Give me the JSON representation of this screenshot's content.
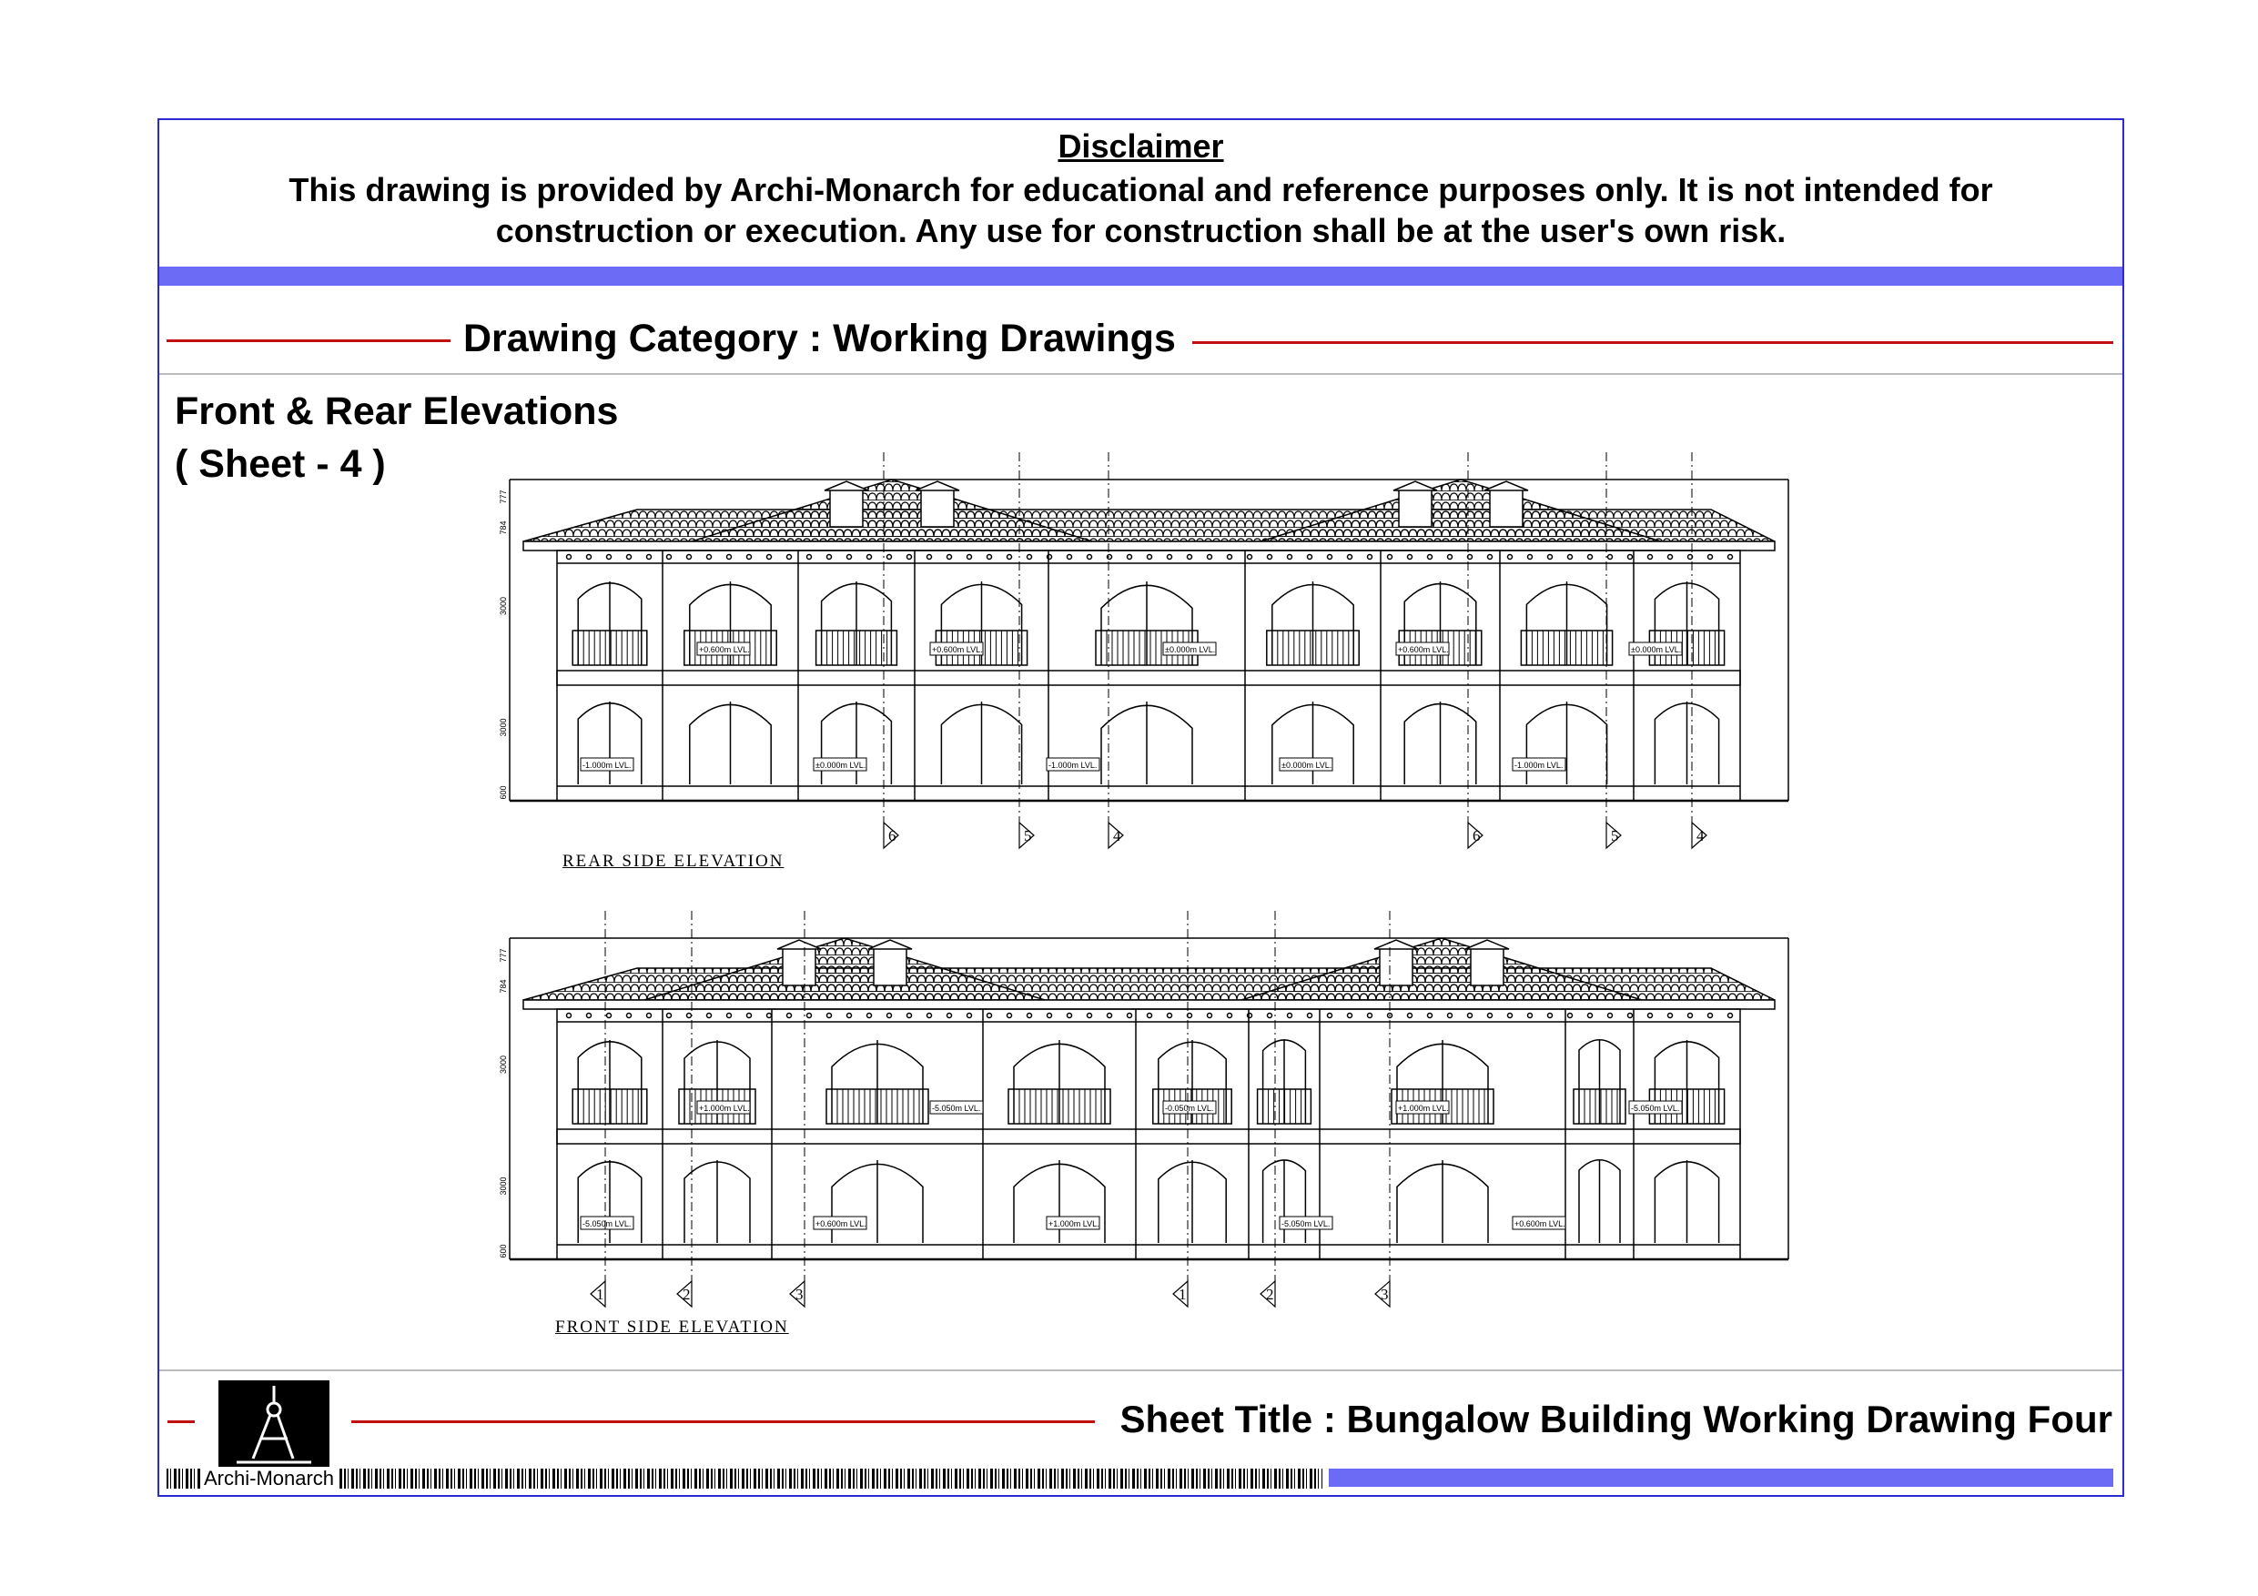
{
  "disclaimer": {
    "title": "Disclaimer",
    "line1": "This drawing is provided by Archi-Monarch for educational and reference purposes only. It is not intended for",
    "line2": "construction or execution. Any use for construction shall be at the user's own risk."
  },
  "category": "Drawing Category : Working Drawings",
  "heading": {
    "title": "Front & Rear Elevations",
    "sheet": "( Sheet - 4 )"
  },
  "rear": {
    "label": "REAR SIDE ELEVATION",
    "grid_markers": [
      "6",
      "5",
      "4",
      "6",
      "5",
      "4"
    ],
    "levels": [
      "-1.000m LVL.",
      "+0.600m LVL.",
      "±0.000m LVL.",
      "+0.600m LVL.",
      "-1.000m LVL.",
      "±0.000m LVL.",
      "±0.000m LVL.",
      "+0.600m LVL.",
      "-1.000m LVL.",
      "±0.000m LVL."
    ],
    "dims": [
      "777",
      "784",
      "3000",
      "3000",
      "600"
    ]
  },
  "front": {
    "label": "FRONT SIDE ELEVATION",
    "grid_markers": [
      "1",
      "2",
      "3",
      "1",
      "2",
      "3"
    ],
    "levels": [
      "-5.050m LVL.",
      "+1.000m LVL.",
      "+0.600m LVL.",
      "-5.050m LVL.",
      "+1.000m LVL.",
      "-0.050m LVL.",
      "-5.050m LVL.",
      "+1.000m LVL.",
      "+0.600m LVL.",
      "-5.050m LVL."
    ],
    "dims": [
      "777",
      "784",
      "3000",
      "3000",
      "600"
    ]
  },
  "footer": {
    "sheet_title": "Sheet Title : Bungalow Building Working Drawing Four",
    "brand": "Archi-Monarch"
  },
  "colors": {
    "frame": "#2a2ad0",
    "band": "#6b6bf5",
    "rule": "#c01010"
  }
}
